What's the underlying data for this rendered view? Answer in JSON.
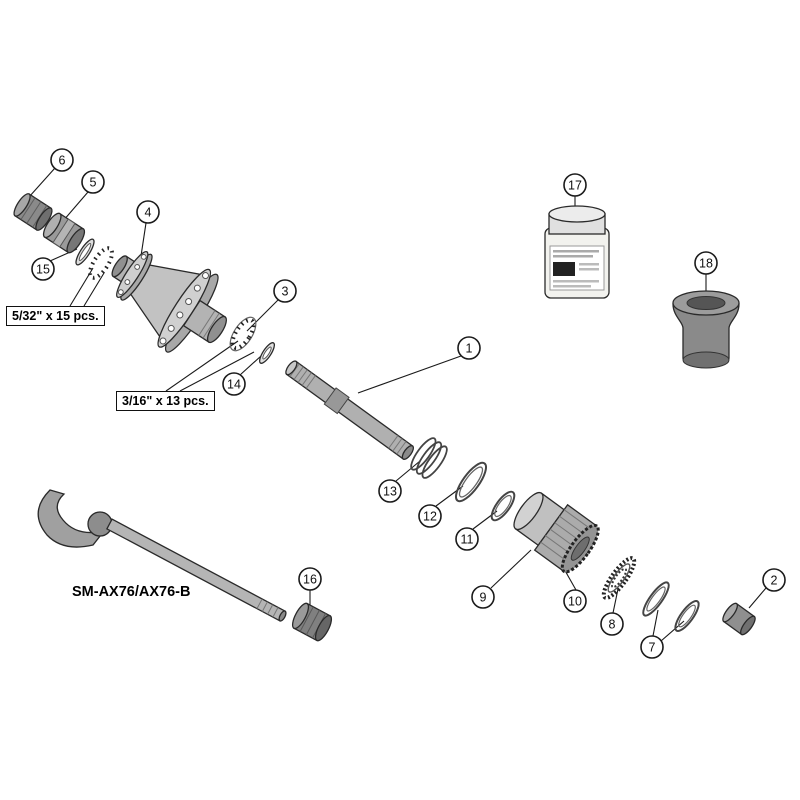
{
  "callouts": {
    "n1": "1",
    "n2": "2",
    "n3": "3",
    "n4": "4",
    "n5": "5",
    "n6": "6",
    "n7": "7",
    "n8": "8",
    "n9": "9",
    "n10": "10",
    "n11": "11",
    "n12": "12",
    "n13": "13",
    "n14": "14",
    "n15": "15",
    "n16": "16",
    "n17": "17",
    "n18": "18"
  },
  "labels": {
    "left_bearing_balls": "5/32\" x 15 pcs.",
    "right_bearing_balls": "3/16\" x 13 pcs.",
    "skewer_model": "SM-AX76/AX76-B"
  },
  "colors": {
    "line": "#1a1a1a",
    "metal_light": "#cccccc",
    "metal_mid": "#9a9a9a",
    "metal_dark": "#6e6e6e",
    "background": "#ffffff"
  }
}
